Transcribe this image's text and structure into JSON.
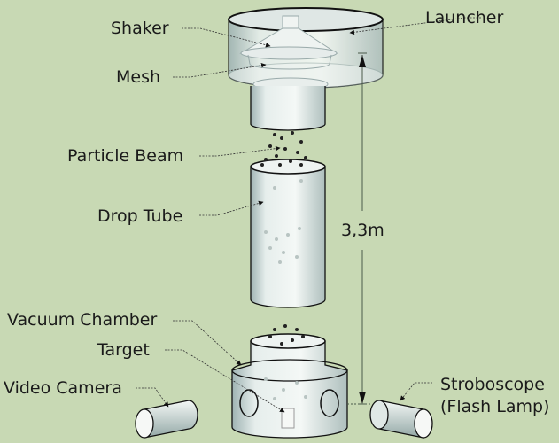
{
  "diagram": {
    "labels": {
      "shaker": "Shaker",
      "launcher": "Launcher",
      "mesh": "Mesh",
      "particle_beam": "Particle Beam",
      "drop_tube": "Drop Tube",
      "height": "3,3m",
      "vacuum_chamber": "Vacuum Chamber",
      "target": "Target",
      "video_camera": "Video Camera",
      "stroboscope": "Stroboscope",
      "flash_lamp": "(Flash Lamp)"
    },
    "colors": {
      "background": "#c8d9b4",
      "body_fill": "#e8eeec",
      "outline": "#1a1a1a"
    }
  }
}
